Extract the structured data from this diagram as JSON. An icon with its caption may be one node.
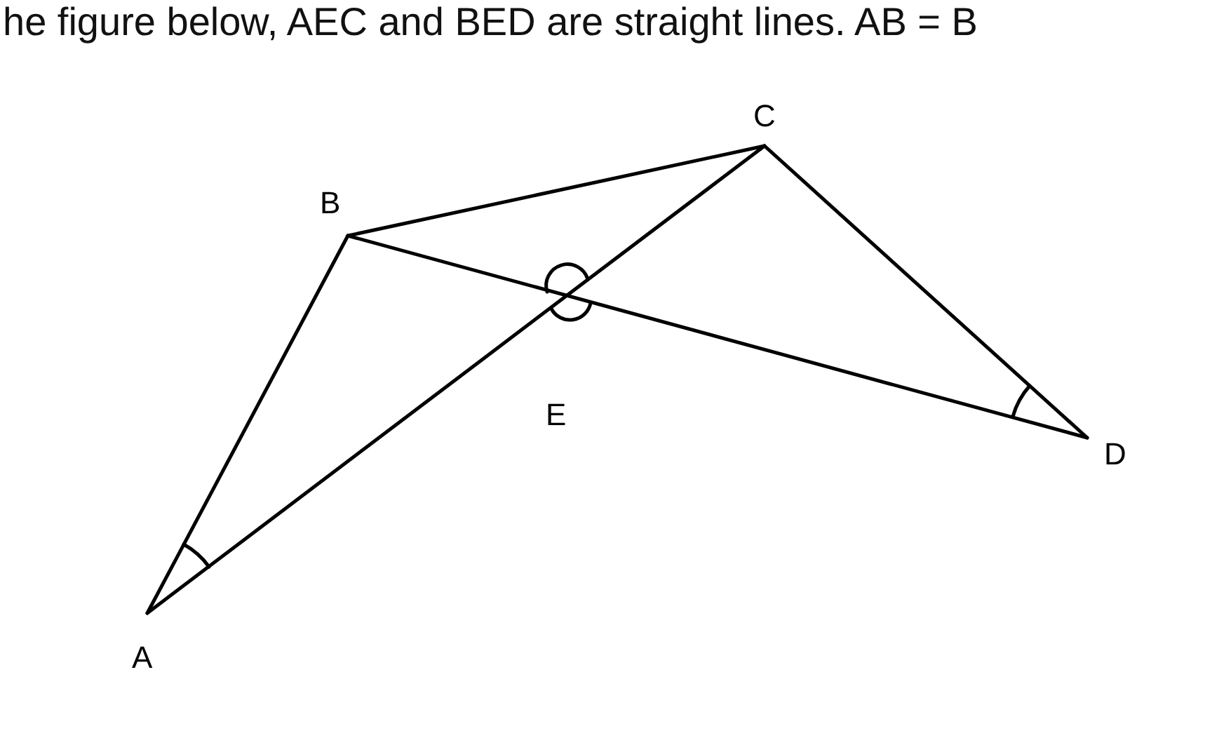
{
  "diagram": {
    "labels": [
      "he figure below, AEC and BED are straight lines. AB = B",
      "C",
      "B",
      "E",
      "D",
      "A"
    ]
  }
}
